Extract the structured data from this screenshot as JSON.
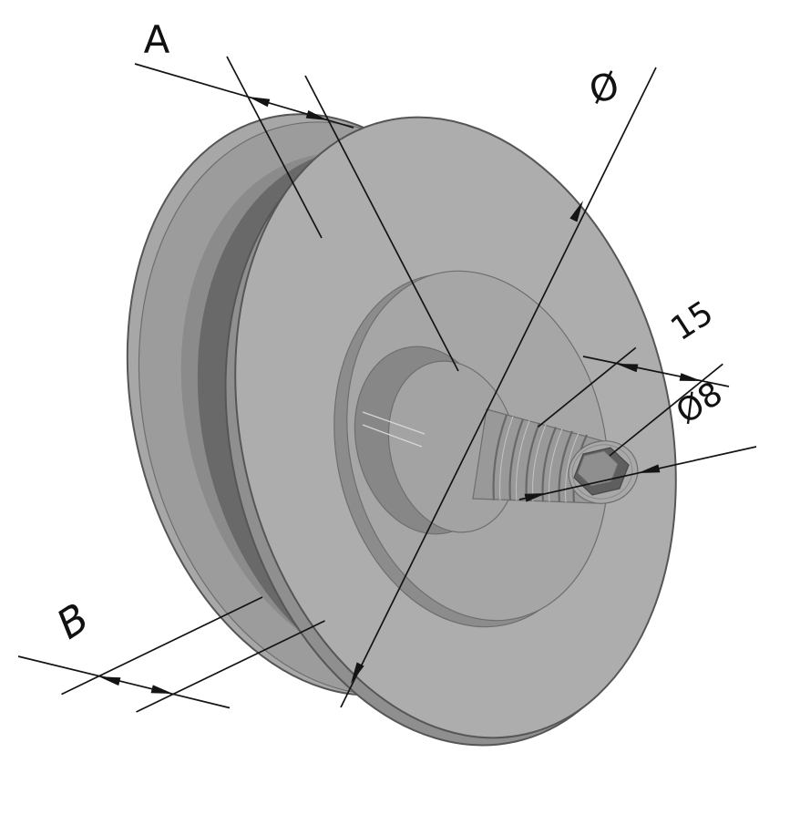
{
  "drawing": {
    "dimensions": {
      "groove_width_label": "A",
      "flange_width_label": "B",
      "outer_diameter_label": "Ø",
      "shaft_length_label": "15",
      "shaft_diameter_label": "Ø8"
    },
    "colors": {
      "background": "#ffffff",
      "body_light": "#adadad",
      "body_mid": "#9c9c9c",
      "body_dark": "#696969",
      "line": "#141414"
    }
  }
}
